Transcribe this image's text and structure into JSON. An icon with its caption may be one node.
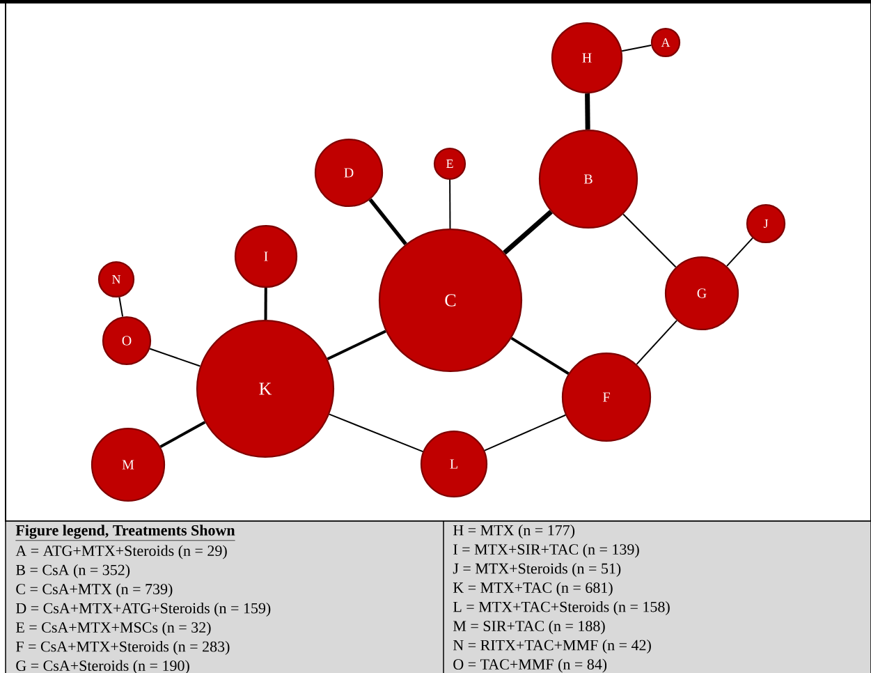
{
  "diagram": {
    "nodes": [
      {
        "text": [
          "A"
        ]
      },
      {
        "text": [
          "B"
        ]
      },
      {
        "text": [
          "C"
        ]
      },
      {
        "text": [
          "D"
        ]
      },
      {
        "text": [
          "E"
        ]
      },
      {
        "text": [
          "F"
        ]
      },
      {
        "text": [
          "G"
        ]
      },
      {
        "text": [
          "H"
        ]
      },
      {
        "text": [
          "I"
        ]
      },
      {
        "text": [
          "J"
        ]
      },
      {
        "text": [
          "K"
        ]
      },
      {
        "text": [
          "L"
        ]
      },
      {
        "text": [
          "M"
        ]
      },
      {
        "text": [
          "N"
        ]
      },
      {
        "text": [
          "O"
        ]
      }
    ],
    "edges": [
      {
        "from": 7,
        "to": 0,
        "arrow": "none"
      },
      {
        "from": 7,
        "to": 1,
        "arrow": "none",
        "style": "thick"
      },
      {
        "from": 1,
        "to": 2,
        "arrow": "none",
        "style": "thick"
      },
      {
        "from": 1,
        "to": 6,
        "arrow": "none"
      },
      {
        "from": 6,
        "to": 9,
        "arrow": "none"
      },
      {
        "from": 6,
        "to": 5,
        "arrow": "none"
      },
      {
        "from": 2,
        "to": 3,
        "arrow": "none",
        "style": "thick"
      },
      {
        "from": 2,
        "to": 4,
        "arrow": "none"
      },
      {
        "from": 2,
        "to": 10,
        "arrow": "none",
        "style": "thick"
      },
      {
        "from": 2,
        "to": 5,
        "arrow": "none",
        "style": "thick"
      },
      {
        "from": 10,
        "to": 8,
        "arrow": "none",
        "style": "thick"
      },
      {
        "from": 10,
        "to": 14,
        "arrow": "none"
      },
      {
        "from": 14,
        "to": 13,
        "arrow": "none"
      },
      {
        "from": 10,
        "to": 12,
        "arrow": "none",
        "style": "thick"
      },
      {
        "from": 10,
        "to": 11,
        "arrow": "none"
      },
      {
        "from": 11,
        "to": 5,
        "arrow": "none"
      }
    ],
    "labels": [
      "**Figure legend, Treatments Shown**",
      "A = ATG+MTX+Steroids (n = 29)",
      "B = CsA (n = 352)",
      "C = CsA+MTX (n = 739)",
      "D = CsA+MTX+ATG+Steroids (n = 159)",
      "E = CsA+MTX+MSCs (n = 32)",
      "F = CsA+MTX+Steroids (n = 283)",
      "G = CsA+Steroids (n = 190)",
      "H = MTX (n = 177)",
      "I = MTX+SIR+TAC (n = 139)",
      "J = MTX+Steroids (n = 51)",
      "K = MTX+TAC (n = 681)",
      "L = MTX+TAC+Steroids (n = 158)",
      "M = SIR+TAC (n = 188)",
      "N = RITX+TAC+MMF (n = 42)",
      "O = TAC+MMF (n = 84)"
    ]
  }
}
